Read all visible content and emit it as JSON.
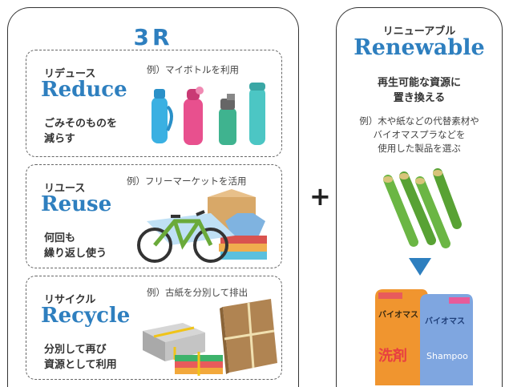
{
  "left": {
    "title": "3R",
    "cards": [
      {
        "jp": "リデュース",
        "en": "Reduce",
        "example": "例）マイボトルを利用",
        "desc_line1": "ごみそのものを",
        "desc_line2": "減らす"
      },
      {
        "jp": "リユース",
        "en": "Reuse",
        "example": "例）フリーマーケットを活用",
        "desc_line1": "何回も",
        "desc_line2": "繰り返し使う"
      },
      {
        "jp": "リサイクル",
        "en": "Recycle",
        "example": "例）古紙を分別して排出",
        "desc_line1": "分別して再び",
        "desc_line2": "資源として利用"
      }
    ]
  },
  "plus": "+",
  "right": {
    "jp": "リニューアブル",
    "en": "Renewable",
    "subtitle_line1": "再生可能な資源に",
    "subtitle_line2": "置き換える",
    "example_line1": "例）木や紙などの代替素材や",
    "example_line2": "バイオマスプラなどを",
    "example_line3": "使用した製品を選ぶ",
    "pack1_label": "バイオマス",
    "pack1_text": "洗剤",
    "pack2_label": "バイオマス",
    "pack2_text": "Shampoo"
  },
  "colors": {
    "accent": "#2e7fbf",
    "border": "#333333"
  }
}
